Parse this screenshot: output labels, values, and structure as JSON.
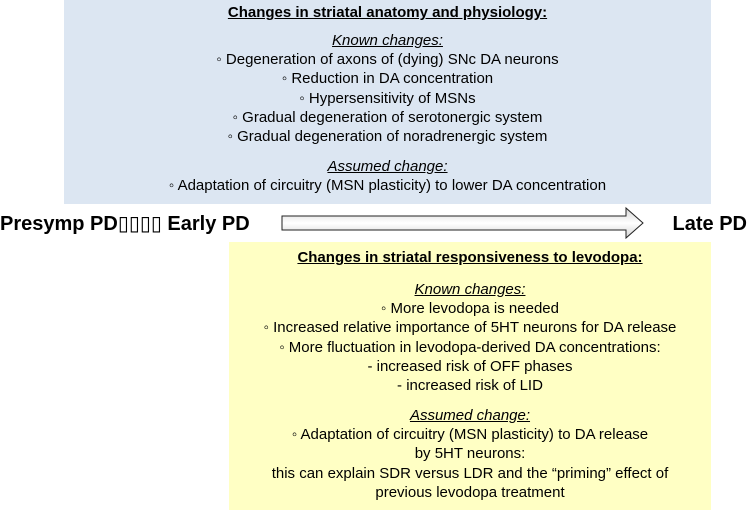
{
  "top_panel": {
    "heading": "Changes in striatal anatomy and physiology:",
    "known_label": "Known changes:",
    "known_items": [
      "◦ Degeneration of axons of (dying) SNc DA neurons",
      "◦ Reduction in DA concentration",
      "◦ Hypersensitivity of MSNs",
      "◦ Gradual degeneration of serotonergic system",
      "◦ Gradual degeneration of noradrenergic system"
    ],
    "assumed_label": "Assumed change:",
    "assumed_items": [
      "◦ Adaptation of circuitry (MSN plasticity) to lower DA concentration"
    ]
  },
  "timeline": {
    "start_label": "Presymp PD▯▯▯▯ Early PD",
    "end_label": "Late PD"
  },
  "bottom_panel": {
    "heading": "Changes in striatal responsiveness to levodopa:",
    "known_label": "Known changes:",
    "known_items": [
      "◦ More levodopa is needed",
      "◦ Increased relative importance of 5HT neurons for DA release",
      "◦ More fluctuation in levodopa-derived DA concentrations:",
      "- increased risk of OFF phases",
      "- increased risk of LID"
    ],
    "assumed_label": "Assumed change:",
    "assumed_items": [
      "◦ Adaptation of circuitry (MSN plasticity) to DA release",
      "by 5HT neurons:",
      "this can explain SDR versus LDR and the “priming” effect of",
      "previous levodopa treatment"
    ]
  },
  "colors": {
    "top_panel_bg": "#dce6f2",
    "bottom_panel_bg": "#ffffc4"
  }
}
